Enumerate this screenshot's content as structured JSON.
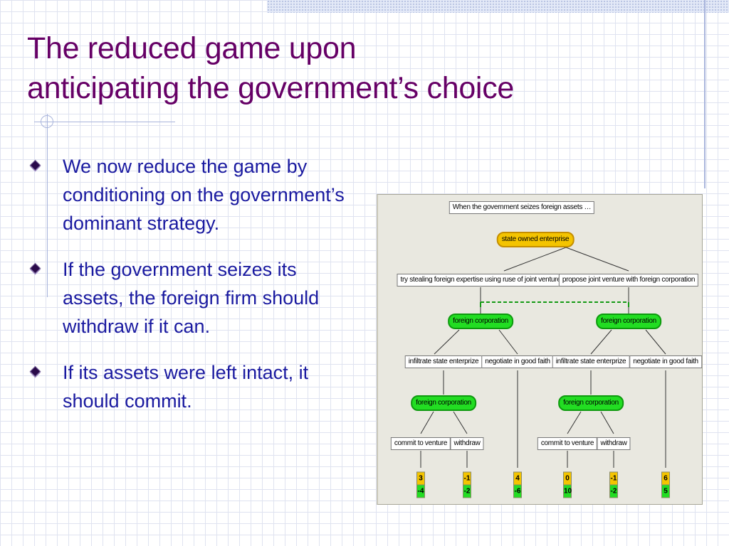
{
  "slide": {
    "title_line1": "The reduced game upon",
    "title_line2": "anticipating the government’s choice",
    "bullets": [
      "We now reduce the game by conditioning on the government’s dominant strategy.",
      "If the government seizes its assets, the foreign firm should withdraw if it can.",
      "If its assets were left intact, it should commit."
    ],
    "colors": {
      "title": "#660066",
      "body": "#1a1aa0",
      "state_node": "#f4c400",
      "foreign_node": "#22dd22"
    }
  },
  "diagram": {
    "header": "When the government seizes foreign assets …",
    "root": "state owned enterprise",
    "root_actions": [
      "try stealing foreign expertise using ruse of joint venture",
      "propose joint venture with foreign corporation"
    ],
    "level2_nodes": [
      "foreign corporation",
      "foreign corporation"
    ],
    "level2_actions": [
      "infiltrate state enterprize",
      "negotiate in good faith",
      "infiltrate state enterprize",
      "negotiate in good faith"
    ],
    "level3_nodes": [
      "foreign corporation",
      "foreign corporation"
    ],
    "level3_actions": [
      "commit to venture",
      "withdraw",
      "commit to venture",
      "withdraw"
    ],
    "payoffs": [
      {
        "top": "3",
        "bottom": "-4"
      },
      {
        "top": "-1",
        "bottom": "-2"
      },
      {
        "top": "4",
        "bottom": "-6"
      },
      {
        "top": "0",
        "bottom": "10"
      },
      {
        "top": "-1",
        "bottom": "-2"
      },
      {
        "top": "6",
        "bottom": "5"
      }
    ]
  }
}
